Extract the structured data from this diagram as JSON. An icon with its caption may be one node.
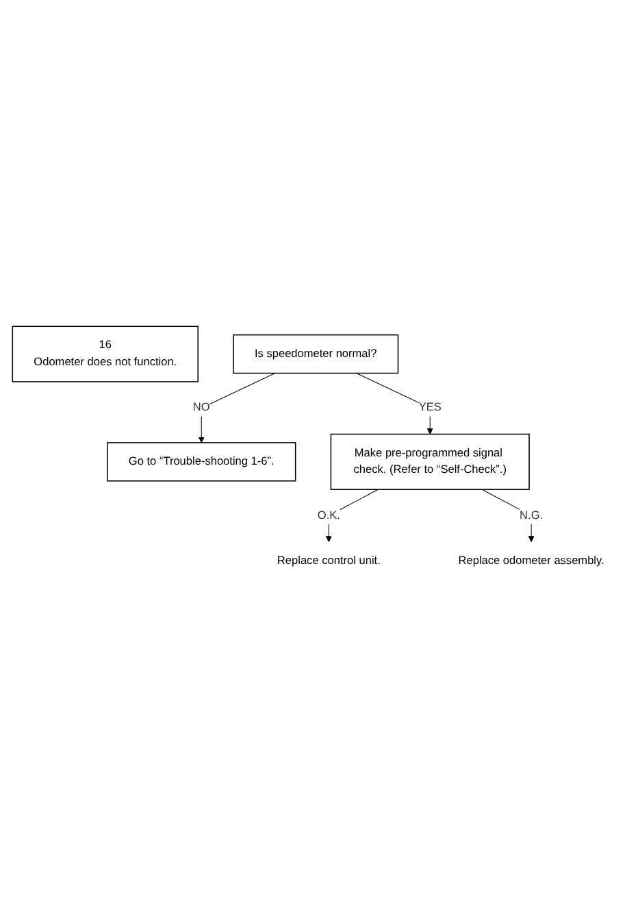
{
  "diagram": {
    "nodes": [
      {
        "text": [
          "16",
          "Odometer does not function."
        ]
      },
      {
        "text": [
          "Is speedometer normal?"
        ]
      },
      {
        "text": [
          "Go to “Trouble-shooting 1-6”."
        ]
      },
      {
        "text": [
          "Make pre-programmed signal check. (Refer to “Self-Check”.)"
        ]
      },
      {
        "text": [
          "Replace control unit."
        ]
      },
      {
        "text": [
          "Replace odometer assembly."
        ]
      }
    ],
    "edges": [
      {
        "from": 1,
        "to": 3,
        "arrow": "to",
        "label": "YES"
      },
      {
        "from": 1,
        "to": 2,
        "arrow": "to",
        "label": "NO"
      },
      {
        "from": 3,
        "to": 4,
        "arrow": "to",
        "label": "O.K."
      },
      {
        "from": 3,
        "to": 5,
        "arrow": "to",
        "label": "N.G."
      }
    ]
  }
}
